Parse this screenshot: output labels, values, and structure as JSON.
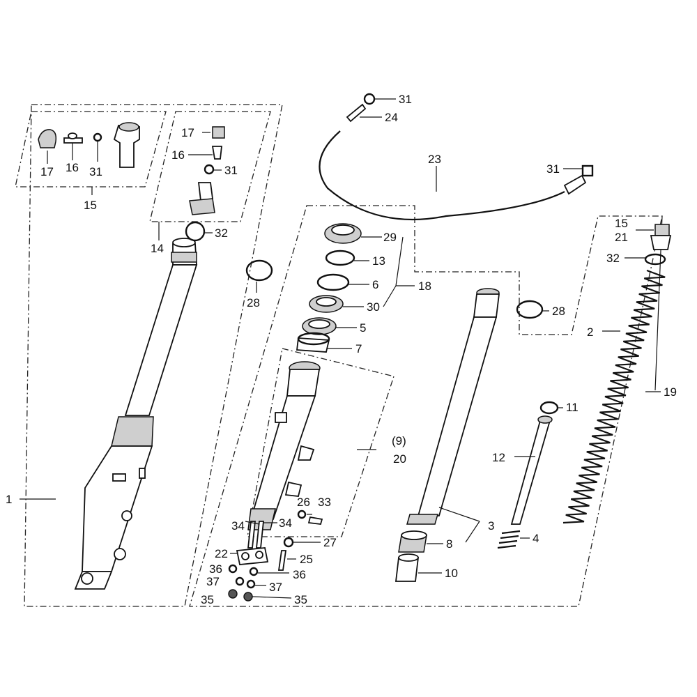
{
  "callouts": {
    "c1": "1",
    "c2": "2",
    "c3": "3",
    "c4": "4",
    "c5": "5",
    "c6": "6",
    "c7": "7",
    "c8": "8",
    "c9": "(9)",
    "c10": "10",
    "c11": "11",
    "c12": "12",
    "c13": "13",
    "c14": "14",
    "c15": "15",
    "c16a": "16",
    "c16b": "16",
    "c15b": "15",
    "c17a": "17",
    "c17b": "17",
    "c18": "18",
    "c19": "19",
    "c20": "20",
    "c21": "21",
    "c22": "22",
    "c23": "23",
    "c24": "24",
    "c25": "25",
    "c26": "26",
    "c27": "27",
    "c28a": "28",
    "c28b": "28",
    "c29": "29",
    "c30": "30",
    "c31a": "31",
    "c31b": "31",
    "c31c": "31",
    "c31d": "31",
    "c32a": "32",
    "c32b": "32",
    "c33": "33",
    "c34a": "34",
    "c34b": "34",
    "c35a": "35",
    "c35b": "35",
    "c36a": "36",
    "c36b": "36",
    "c37a": "37",
    "c37b": "37"
  }
}
